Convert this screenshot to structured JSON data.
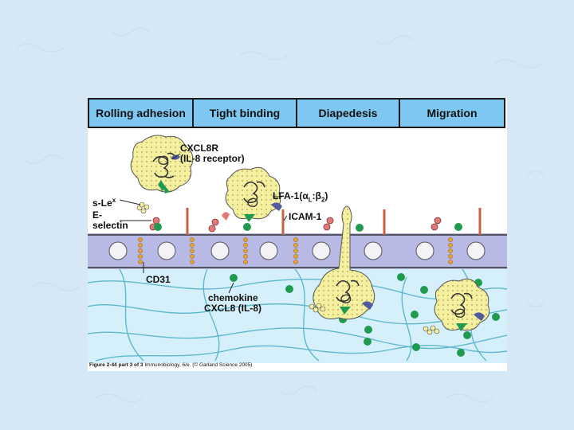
{
  "stages": [
    "Rolling adhesion",
    "Tight binding",
    "Diapedesis",
    "Migration"
  ],
  "labels": {
    "cxcl8r": "CXCL8R",
    "il8_receptor": "(IL-8 receptor)",
    "slex": "s-Le",
    "slex_sup": "x",
    "e_selectin_1": "E-",
    "e_selectin_2": "selectin",
    "lfa1_a": "LFA-1(",
    "lfa1_alpha": "α",
    "lfa1_L": "L",
    "lfa1_sep": ":",
    "lfa1_beta": "β",
    "lfa1_2": "2",
    "lfa1_close": ")",
    "icam1": "ICAM-1",
    "cd31": "CD31",
    "chemokine": "chemokine",
    "cxcl8": "CXCL8 (IL-8)"
  },
  "caption": {
    "bold": "Figure 2-44 part 3 of 3",
    "rest": " Immunobiology, 6/e. (© Garland Science 2005)"
  },
  "colors": {
    "slide_background": "#d6e8f6",
    "header_fill": "#7ec7f1",
    "endothelium": "#b9b9e6",
    "tissue": "#d6f0fb",
    "fibers": "#5fb8cc",
    "leukocyte": "#f5f0a0",
    "chemokine": "#1f9a4f",
    "receptor": "#545a9e",
    "selectin": "#c8643c"
  }
}
